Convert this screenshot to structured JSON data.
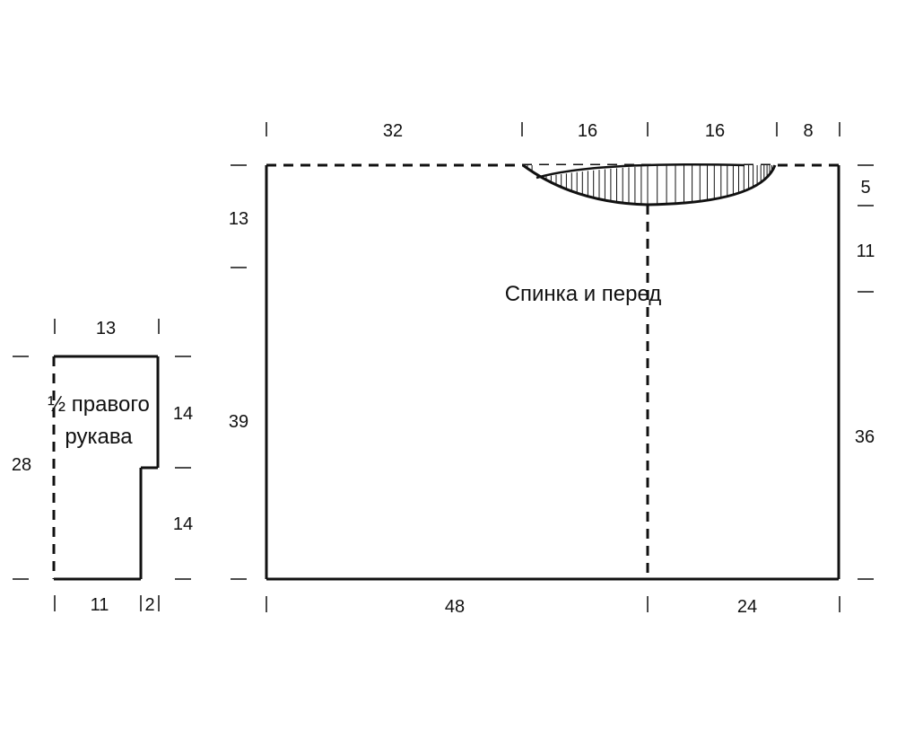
{
  "main_panel": {
    "title": "Спинка и перед",
    "top_widths": [
      "32",
      "16",
      "16",
      "8"
    ],
    "bottom_widths": [
      "48",
      "24"
    ],
    "left_heights": [
      "13",
      "39"
    ],
    "right_heights": [
      "5",
      "11",
      "36"
    ]
  },
  "sleeve": {
    "title_line1": "½ правого",
    "title_line2": "рукава",
    "top_width": "13",
    "bottom_widths": [
      "11",
      "2"
    ],
    "total_height": "28",
    "upper_height": "14",
    "lower_height": "14"
  }
}
